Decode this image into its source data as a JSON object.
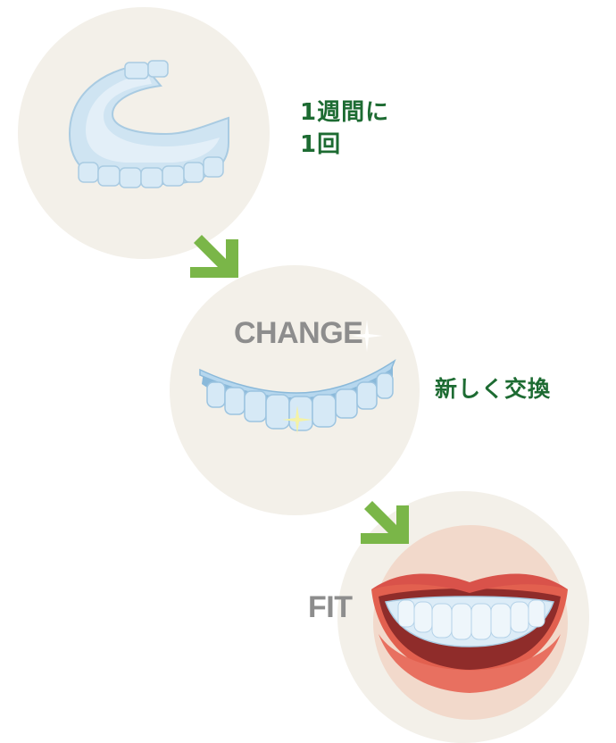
{
  "step1": {
    "caption_line1": "1週間に",
    "caption_line2": "1回"
  },
  "step2": {
    "word": "CHANGE",
    "caption": "新しく交換"
  },
  "step3": {
    "word": "FIT"
  },
  "colors": {
    "circle_bg": "#f3f0e9",
    "caption_green": "#1d6b32",
    "arrow_green": "#7ab648",
    "word_grey": "#8d8d8d",
    "aligner_blue": "#bcd9ec",
    "lips": "#e2604f"
  },
  "icons": [
    "aligner-tray-icon",
    "down-right-arrow-icon",
    "sparkle-icon",
    "smile-with-aligner-icon"
  ]
}
